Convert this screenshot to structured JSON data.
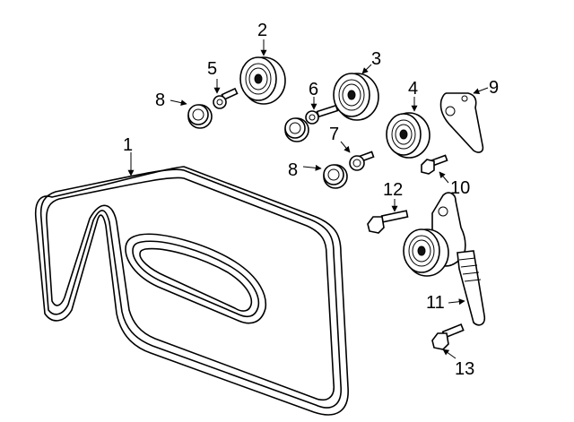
{
  "callouts": [
    {
      "id": "1",
      "part": "belt"
    },
    {
      "id": "2",
      "part": "idler-pulley"
    },
    {
      "id": "3",
      "part": "idler-pulley"
    },
    {
      "id": "4",
      "part": "idler-pulley"
    },
    {
      "id": "5",
      "part": "bolt"
    },
    {
      "id": "6",
      "part": "bolt"
    },
    {
      "id": "7",
      "part": "bolt"
    },
    {
      "id": "8",
      "part": "dust-cap"
    },
    {
      "id": "8",
      "part": "dust-cap"
    },
    {
      "id": "9",
      "part": "bracket"
    },
    {
      "id": "10",
      "part": "bolt"
    },
    {
      "id": "11",
      "part": "tensioner"
    },
    {
      "id": "12",
      "part": "bolt"
    },
    {
      "id": "13",
      "part": "bolt"
    }
  ]
}
